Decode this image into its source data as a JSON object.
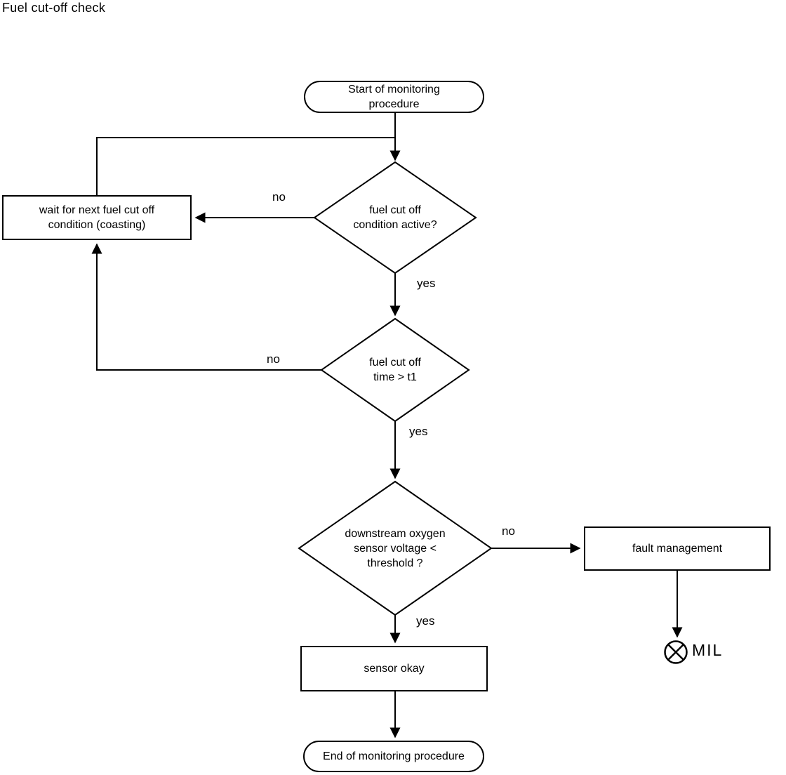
{
  "title": "Fuel cut-off check",
  "nodes": {
    "start": {
      "lines": [
        "Start of monitoring",
        "procedure"
      ]
    },
    "decision_condition_active": {
      "lines": [
        "fuel cut off",
        "condition active?"
      ]
    },
    "wait_for_condition": {
      "lines": [
        "wait for next fuel cut off",
        "condition (coasting)"
      ]
    },
    "decision_cutoff_time": {
      "lines": [
        "fuel cut off",
        "time > t1"
      ]
    },
    "decision_sensor_voltage": {
      "lines": [
        "downstream oxygen",
        "sensor voltage <",
        "threshold ?"
      ]
    },
    "fault_management": {
      "lines": [
        "fault management"
      ]
    },
    "sensor_okay": {
      "lines": [
        "sensor okay"
      ]
    },
    "end": {
      "lines": [
        "End of monitoring procedure"
      ]
    }
  },
  "edge_labels": {
    "decision1_no": "no",
    "decision1_yes": "yes",
    "decision2_no": "no",
    "decision2_yes": "yes",
    "decision3_no": "no",
    "decision3_yes": "yes"
  },
  "mil_label": "MIL",
  "colors": {
    "line": "#000000",
    "background": "#ffffff"
  }
}
